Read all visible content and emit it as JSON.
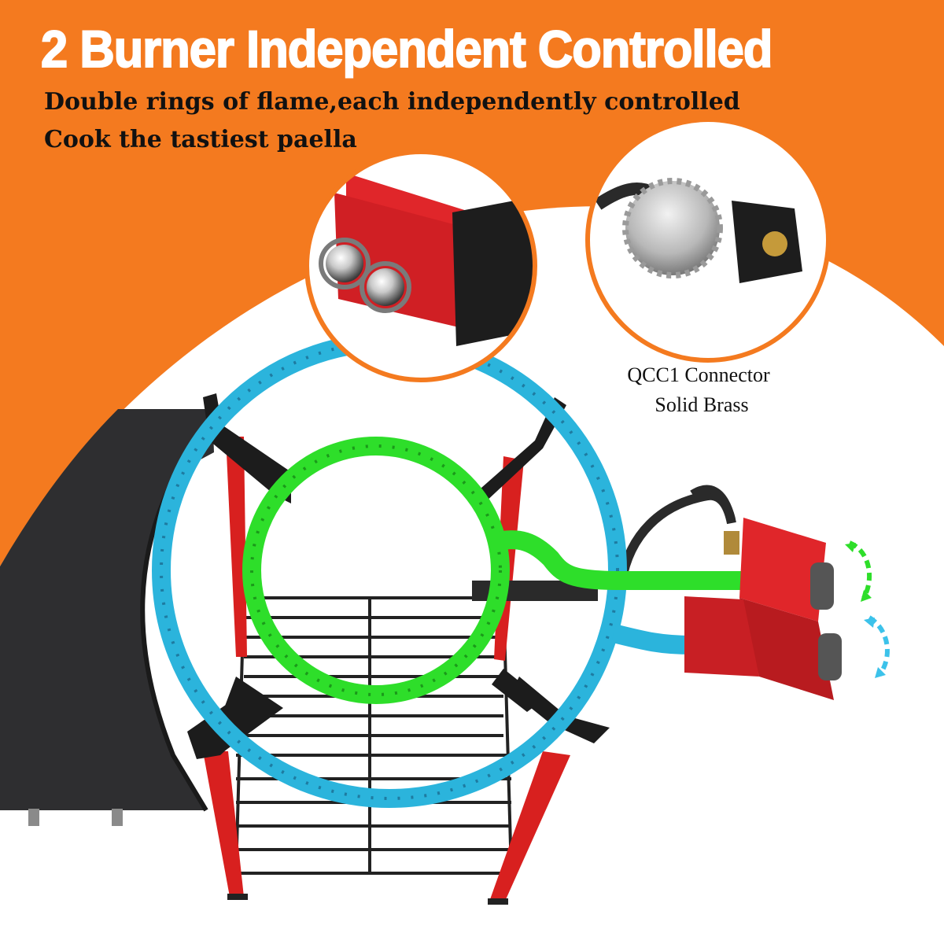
{
  "headline": "2 Burner Independent Controlled",
  "subheadline_line1": "Double rings of flame,each independently controlled",
  "subheadline_line2": "Cook the tastiest paella",
  "callout_line1": "QCC1 Connector",
  "callout_line2": "Solid Brass",
  "colors": {
    "background_orange": "#f47a1f",
    "background_white": "#ffffff",
    "outer_ring": "#2bb4dc",
    "inner_ring": "#2ede2a",
    "control_box": "#e0262a",
    "legs": "#d8201f",
    "grate": "#222222",
    "side_table": "#2e2e30"
  },
  "icons": [
    "rotate-arrows-icon"
  ]
}
